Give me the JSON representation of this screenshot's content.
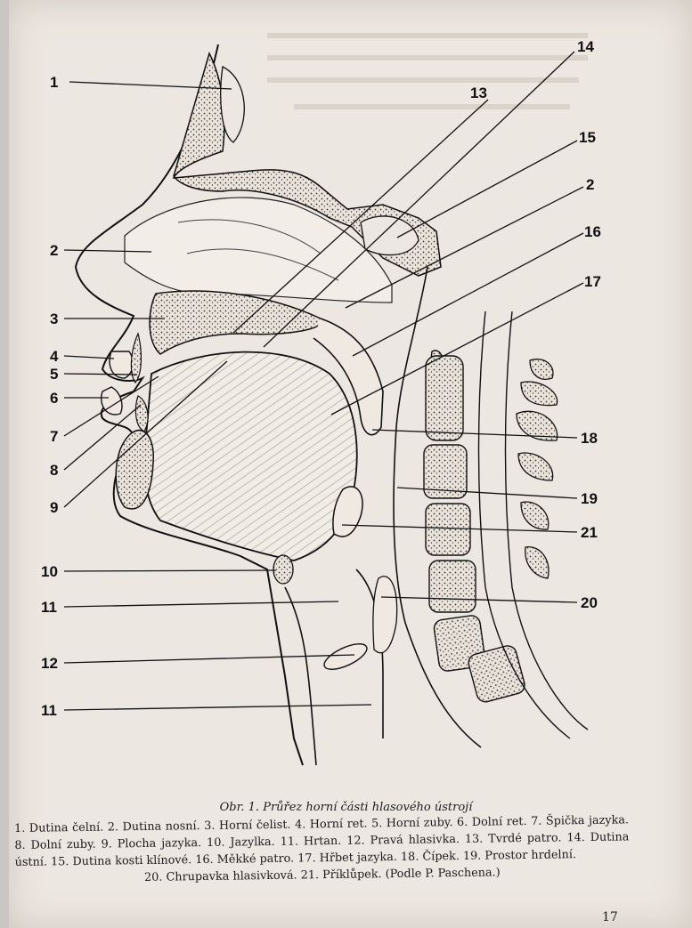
{
  "figure": {
    "labels": [
      "1",
      "2",
      "3",
      "4",
      "5",
      "6",
      "7",
      "8",
      "9",
      "10",
      "11",
      "12",
      "11",
      "14",
      "13",
      "15",
      "2",
      "16",
      "17",
      "18",
      "19",
      "21",
      "20"
    ]
  },
  "caption": {
    "title": "Obr. 1. Průřez horní části hlasového ústrojí",
    "text": "1. Dutina čelní. 2. Dutina nosní. 3. Horní čelist. 4. Horní ret. 5. Horní zuby. 6. Dolní ret. 7. Špička jazyka. 8. Dolní zuby. 9. Plocha jazyka. 10. Jazylka. 11. Hrtan. 12. Pravá hlasivka. 13. Tvrdé patro. 14. Dutina ústní. 15. Dutina kosti klínové. 16. Měkké patro. 17. Hřbet jazyka. 18. Čípek. 19. Prostor hrdelní.",
    "last_line": "20. Chrupavka hlasivková. 21. Příklůpek. (Podle P. Paschena.)"
  },
  "page_number": "17"
}
